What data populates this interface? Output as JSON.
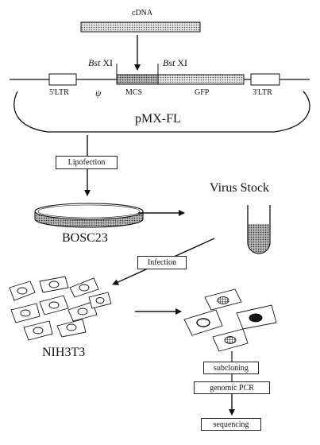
{
  "top": {
    "cdna": "cDNA"
  },
  "plasmid": {
    "site_left": {
      "italic": "Bst",
      "rest": " XI"
    },
    "site_right": {
      "italic": "Bst",
      "rest": " XI"
    },
    "ltr5": "5'LTR",
    "psi": "ψ",
    "mcs": "MCS",
    "gfp": "GFP",
    "ltr3": "3'LTR",
    "name": "pMX-FL"
  },
  "steps": {
    "lipofection": "Lipofection",
    "bosc": "BOSC23",
    "virus": "Virus Stock",
    "infection": "Infection",
    "nih": "NIH3T3",
    "subcloning": "subcloning",
    "genomic_pcr": "genomic PCR",
    "sequencing": "sequencing"
  },
  "colors": {
    "line": "#111111",
    "hatch": "#777777",
    "gfp_fill": "#d6d6d6",
    "mcs_fill": "#9a9a9a"
  }
}
